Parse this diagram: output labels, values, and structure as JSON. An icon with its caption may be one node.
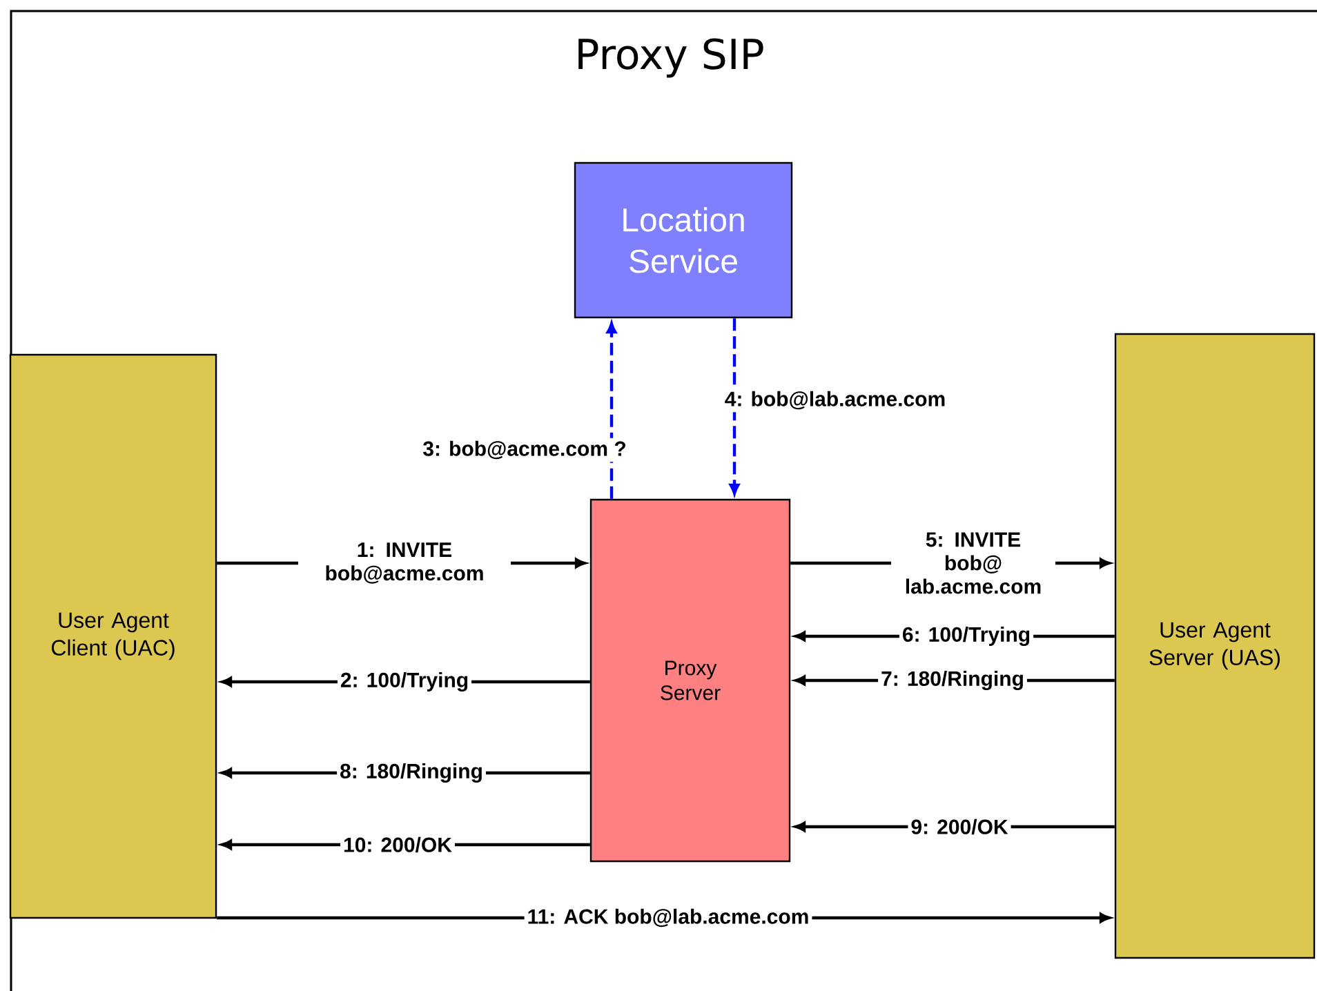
{
  "diagram": {
    "title": "Proxy SIP",
    "nodes": [
      {
        "text": [
          "Location Service"
        ]
      },
      {
        "text": [
          "User Agent Client (UAC)"
        ]
      },
      {
        "text": [
          "Proxy Server"
        ]
      },
      {
        "text": [
          "User Agent Server (UAS)"
        ]
      }
    ],
    "edges": [
      {
        "from": 1,
        "to": 2,
        "arrow": "to",
        "label": "1: INVITE bob@acme.com"
      },
      {
        "from": 2,
        "to": 1,
        "arrow": "to",
        "label": "2: 100/Trying"
      },
      {
        "from": 2,
        "to": 0,
        "arrow": "to",
        "label": "3: bob@acme.com ?",
        "style": "dashed",
        "color": "#0000ff"
      },
      {
        "from": 0,
        "to": 2,
        "arrow": "to",
        "label": "4: bob@lab.acme.com",
        "style": "dashed",
        "color": "#0000ff"
      },
      {
        "from": 2,
        "to": 3,
        "arrow": "to",
        "label": "5: INVITE bob@ lab.acme.com"
      },
      {
        "from": 3,
        "to": 2,
        "arrow": "to",
        "label": "6: 100/Trying"
      },
      {
        "from": 3,
        "to": 2,
        "arrow": "to",
        "label": "7: 180/Ringing"
      },
      {
        "from": 2,
        "to": 1,
        "arrow": "to",
        "label": "8: 180/Ringing"
      },
      {
        "from": 3,
        "to": 2,
        "arrow": "to",
        "label": "9: 200/OK"
      },
      {
        "from": 2,
        "to": 1,
        "arrow": "to",
        "label": "10: 200/OK"
      },
      {
        "from": 1,
        "to": 3,
        "arrow": "to",
        "label": "11: ACK bob@lab.acme.com"
      }
    ]
  }
}
